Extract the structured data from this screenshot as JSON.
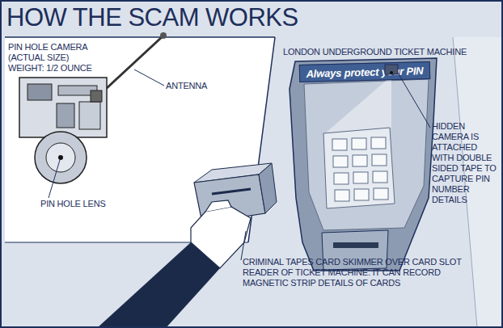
{
  "diagram": {
    "title": "HOW THE SCAM WORKS",
    "nodes": [
      {
        "text": [
          "PIN HOLE CAMERA (ACTUAL SIZE) WEIGHT: 1/2 OUNCE"
        ]
      },
      {
        "text": [
          "Always protect your PIN"
        ]
      }
    ],
    "labels": [
      "ANTENNA",
      "PIN HOLE LENS",
      "LONDON UNDERGROUND TICKET MACHINE",
      "HIDDEN CAMERA IS ATTACHED WITH DOUBLE SIDED TAPE TO CAPTURE PIN NUMBER DETAILS",
      "CRIMINAL TAPES CARD SKIMMER OVER CARD SLOT READER OF TICKET MACHINE. IT CAN RECORD MAGNETIC STRIP DETAILS OF CARDS"
    ]
  }
}
